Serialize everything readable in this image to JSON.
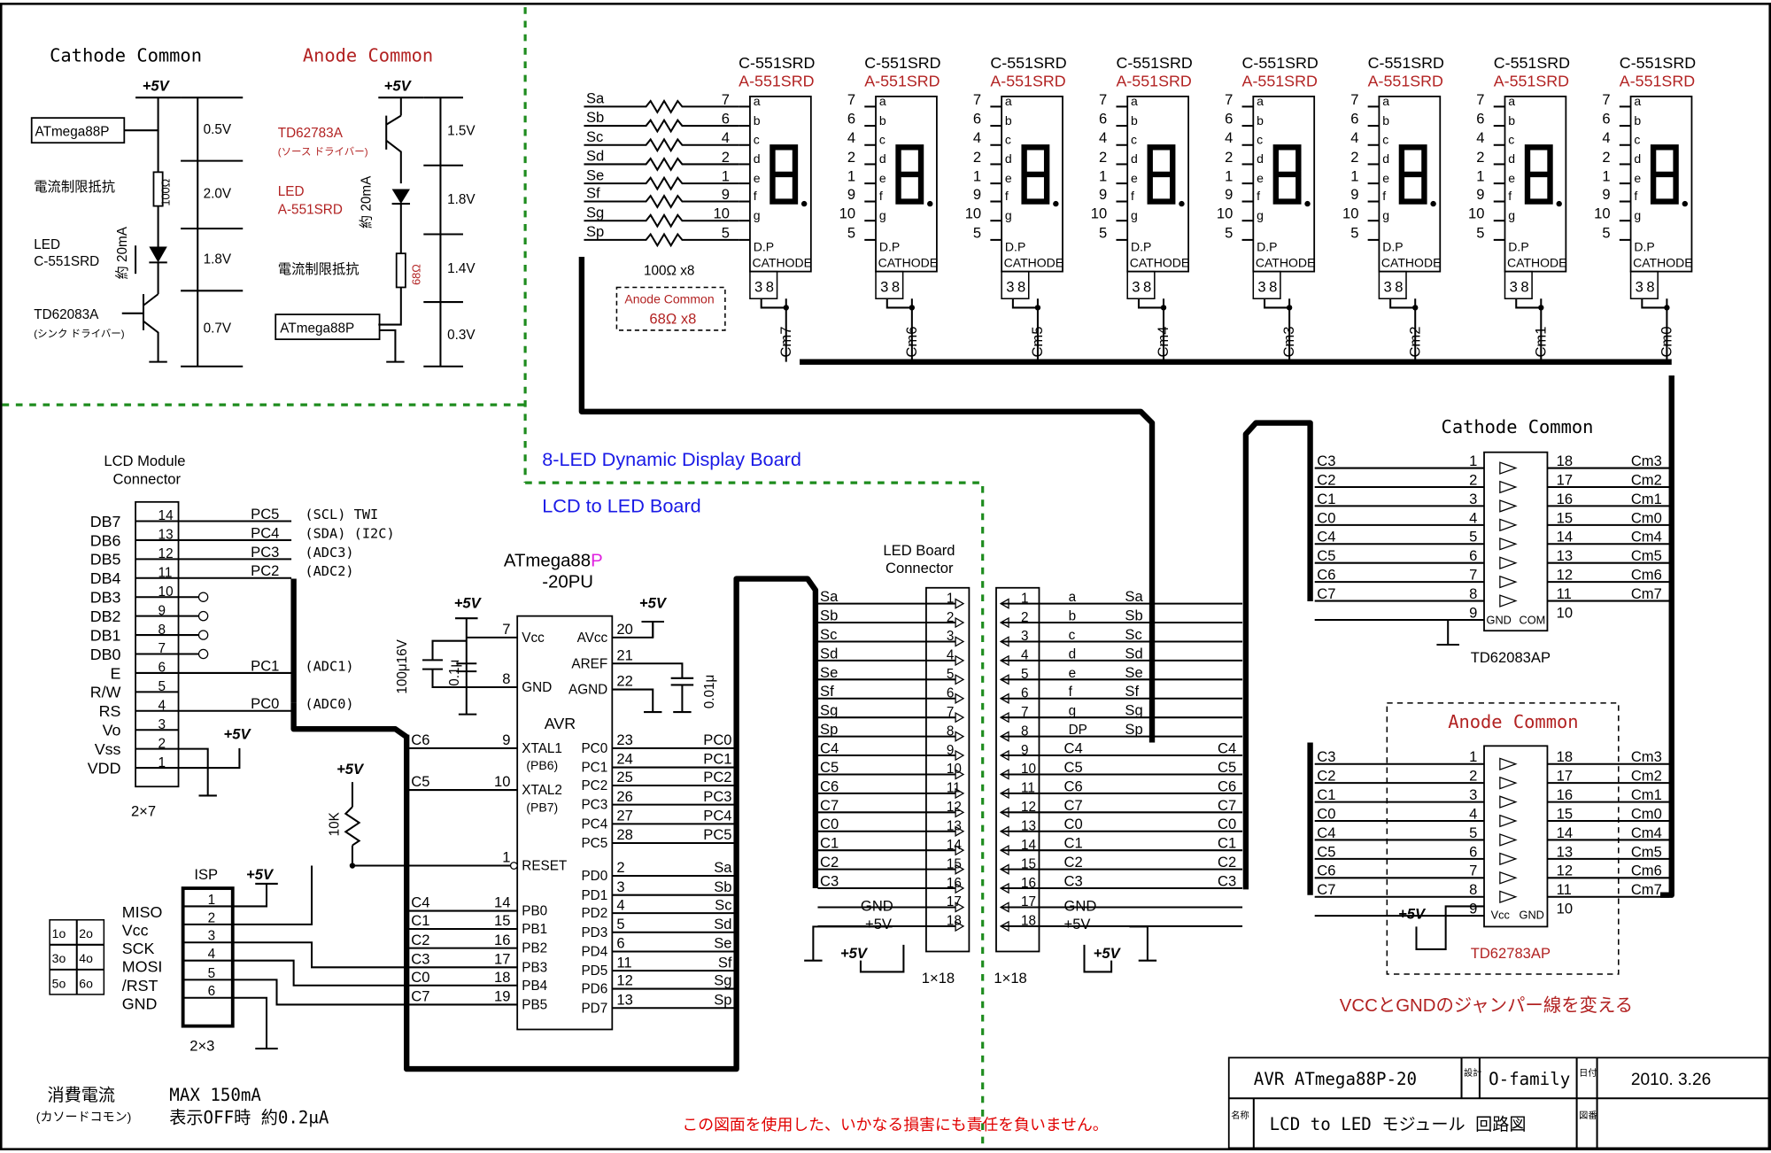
{
  "title_block": {
    "project": "AVR ATmega88P-20",
    "designer_label": "設計",
    "designer": "O-family",
    "date_label": "日付",
    "date": "2010. 3.26",
    "name_label": "名称",
    "name": "LCD to LED モジュール 回路図",
    "drawing_no_label": "図番"
  },
  "disclaimer": "この図面を使用した、いかなる損害にも責任を負いません。",
  "jumper_note": "VCCとGNDのジャンパー線を変える",
  "power_note": {
    "label": "消費電流",
    "sub": "(カソードコモン)",
    "max": "MAX 150mA",
    "off": "表示OFF時 約0.2μA"
  },
  "board_labels": {
    "led_board": "8-LED Dynamic Display Board",
    "lcd_board": "LCD to LED Board"
  },
  "cathode_inset": {
    "title": "Cathode Common",
    "vcc": "+5V",
    "mcu": "ATmega88P",
    "resistor_label": "電流制限抵抗",
    "resistor_value": "100Ω",
    "led_label": "LED",
    "led_part": "C-551SRD",
    "current": "約 20mA",
    "driver": "TD62083A",
    "driver_note": "(シンク ドライバー)",
    "voltages": [
      "0.5V",
      "2.0V",
      "1.8V",
      "0.7V"
    ]
  },
  "anode_inset": {
    "title": "Anode Common",
    "vcc": "+5V",
    "driver": "TD62783A",
    "driver_note": "(ソース ドライバー)",
    "led_label": "LED",
    "led_part": "A-551SRD",
    "current": "約 20mA",
    "resistor_label": "電流制限抵抗",
    "resistor_value": "68Ω",
    "mcu": "ATmega88P",
    "voltages": [
      "1.5V",
      "1.8V",
      "1.4V",
      "0.3V"
    ]
  },
  "displays": {
    "part_cathode": "C-551SRD",
    "part_anode": "A-551SRD",
    "common_label": "CATHODE",
    "dp_label": "D.P",
    "seg_letters": [
      "a",
      "b",
      "c",
      "d",
      "e",
      "f",
      "g"
    ],
    "seg_pins": [
      "7",
      "6",
      "4",
      "2",
      "1",
      "9",
      "10",
      "5"
    ],
    "bottom_pins": [
      "3",
      "8"
    ],
    "commons": [
      "Cm7",
      "Cm6",
      "Cm5",
      "Cm4",
      "Cm3",
      "Cm2",
      "Cm1",
      "Cm0"
    ]
  },
  "segment_inputs": [
    "Sa",
    "Sb",
    "Sc",
    "Sd",
    "Se",
    "Sf",
    "Sg",
    "Sp"
  ],
  "seg_resistors": "100Ω x8",
  "anode_resistor_note": {
    "title": "Anode Common",
    "value": "68Ω x8"
  },
  "cathode_driver": {
    "title": "Cathode Common",
    "part": "TD62083AP",
    "left": [
      "C3",
      "C2",
      "C1",
      "C0",
      "C4",
      "C5",
      "C6",
      "C7"
    ],
    "left_pins": [
      "1",
      "2",
      "3",
      "4",
      "5",
      "6",
      "7",
      "8",
      "9"
    ],
    "right_pins": [
      "18",
      "17",
      "16",
      "15",
      "14",
      "13",
      "12",
      "11",
      "10"
    ],
    "right": [
      "Cm3",
      "Cm2",
      "Cm1",
      "Cm0",
      "Cm4",
      "Cm5",
      "Cm6",
      "Cm7"
    ],
    "gnd": "GND",
    "com": "COM"
  },
  "anode_driver": {
    "title": "Anode Common",
    "part": "TD62783AP",
    "left": [
      "C3",
      "C2",
      "C1",
      "C0",
      "C4",
      "C5",
      "C6",
      "C7"
    ],
    "left_pins": [
      "1",
      "2",
      "3",
      "4",
      "5",
      "6",
      "7",
      "8",
      "9"
    ],
    "right_pins": [
      "18",
      "17",
      "16",
      "15",
      "14",
      "13",
      "12",
      "11",
      "10"
    ],
    "right": [
      "Cm3",
      "Cm2",
      "Cm1",
      "Cm0",
      "Cm4",
      "Cm5",
      "Cm6",
      "Cm7"
    ],
    "vcc": "+5V",
    "vcc_label": "Vcc",
    "gnd": "GND"
  },
  "lcd_connector": {
    "title": [
      "LCD Module",
      "Connector"
    ],
    "signals": [
      "DB7",
      "DB6",
      "DB5",
      "DB4",
      "DB3",
      "DB2",
      "DB1",
      "DB0",
      "E",
      "R/W",
      "RS",
      "Vo",
      "Vss",
      "VDD"
    ],
    "pins": [
      "14",
      "13",
      "12",
      "11",
      "10",
      "9",
      "8",
      "7",
      "6",
      "5",
      "4",
      "3",
      "2",
      "1"
    ],
    "nets": [
      "PC5",
      "PC4",
      "PC3",
      "PC2",
      "PC1",
      "PC0"
    ],
    "notes": [
      "(SCL) TWI",
      "(SDA) (I2C)",
      "(ADC3)",
      "(ADC2)",
      "(ADC1)",
      "(ADC0)"
    ],
    "size": "2×7",
    "vcc": "+5V"
  },
  "mcu": {
    "name": "ATmega88",
    "suffix": "P",
    "variant": "-20PU",
    "core": "AVR",
    "left_pins": [
      {
        "num": "7",
        "name": "Vcc",
        "net": ""
      },
      {
        "num": "8",
        "name": "GND",
        "net": ""
      },
      {
        "num": "9",
        "name": "XTAL1",
        "alt": "(PB6)",
        "net": "C6"
      },
      {
        "num": "10",
        "name": "XTAL2",
        "alt": "(PB7)",
        "net": "C5"
      },
      {
        "num": "1",
        "name": "RESET",
        "net": ""
      },
      {
        "num": "14",
        "name": "PB0",
        "net": "C4"
      },
      {
        "num": "15",
        "name": "PB1",
        "net": "C1"
      },
      {
        "num": "16",
        "name": "PB2",
        "net": "C2"
      },
      {
        "num": "17",
        "name": "PB3",
        "net": "C3"
      },
      {
        "num": "18",
        "name": "PB4",
        "net": "C0"
      },
      {
        "num": "19",
        "name": "PB5",
        "net": "C7"
      }
    ],
    "right_pins": [
      {
        "num": "20",
        "name": "AVcc",
        "net": ""
      },
      {
        "num": "21",
        "name": "AREF",
        "net": ""
      },
      {
        "num": "22",
        "name": "AGND",
        "net": ""
      },
      {
        "num": "23",
        "name": "PC0",
        "net": "PC0"
      },
      {
        "num": "24",
        "name": "PC1",
        "net": "PC1"
      },
      {
        "num": "25",
        "name": "PC2",
        "net": "PC2"
      },
      {
        "num": "26",
        "name": "PC3",
        "net": "PC3"
      },
      {
        "num": "27",
        "name": "PC4",
        "net": "PC4"
      },
      {
        "num": "28",
        "name": "PC5",
        "net": "PC5"
      },
      {
        "num": "2",
        "name": "PD0",
        "net": "Sa"
      },
      {
        "num": "3",
        "name": "PD1",
        "net": "Sb"
      },
      {
        "num": "4",
        "name": "PD2",
        "net": "Sc"
      },
      {
        "num": "5",
        "name": "PD3",
        "net": "Sd"
      },
      {
        "num": "6",
        "name": "PD4",
        "net": "Se"
      },
      {
        "num": "11",
        "name": "PD5",
        "net": "Sf"
      },
      {
        "num": "12",
        "name": "PD6",
        "net": "Sg"
      },
      {
        "num": "13",
        "name": "PD7",
        "net": "Sp"
      }
    ],
    "vcc": "+5V",
    "cap_electrolytic": "100μ16V",
    "cap_bypass": "0.1μ",
    "cap_aref": "0.01μ",
    "reset_resistor": "10K"
  },
  "isp": {
    "title": "ISP",
    "vcc": "+5V",
    "signals": [
      "MISO",
      "Vcc",
      "SCK",
      "MOSI",
      "/RST",
      "GND"
    ],
    "pins": [
      "1",
      "2",
      "3",
      "4",
      "5",
      "6"
    ],
    "grid": [
      "1o",
      "2o",
      "3o",
      "4o",
      "5o",
      "6o"
    ],
    "size": "2×3"
  },
  "led_board_connector": {
    "title": [
      "LED Board",
      "Connector"
    ],
    "signals": [
      "Sa",
      "Sb",
      "Sc",
      "Sd",
      "Se",
      "Sf",
      "Sg",
      "Sp",
      "C4",
      "C5",
      "C6",
      "C7",
      "C0",
      "C1",
      "C2",
      "C3",
      "GND",
      "+5V"
    ],
    "pins": [
      "1",
      "2",
      "3",
      "4",
      "5",
      "6",
      "7",
      "8",
      "9",
      "10",
      "11",
      "12",
      "13",
      "14",
      "15",
      "16",
      "17",
      "18"
    ],
    "size": "1×18",
    "vcc": "+5V"
  },
  "display_connector": {
    "seg_letters": [
      "a",
      "b",
      "c",
      "d",
      "e",
      "f",
      "g",
      "DP",
      "C4",
      "C5",
      "C6",
      "C7",
      "C0",
      "C1",
      "C2",
      "C3",
      "GND",
      "+5V"
    ],
    "signals": [
      "Sa",
      "Sb",
      "Sc",
      "Sd",
      "Se",
      "Sf",
      "Sg",
      "Sp",
      "C4",
      "C5",
      "C6",
      "C7",
      "C0",
      "C1",
      "C2",
      "C3"
    ],
    "pins": [
      "1",
      "2",
      "3",
      "4",
      "5",
      "6",
      "7",
      "8",
      "9",
      "10",
      "11",
      "12",
      "13",
      "14",
      "15",
      "16",
      "17",
      "18"
    ],
    "size": "1×18",
    "vcc": "+5V"
  }
}
